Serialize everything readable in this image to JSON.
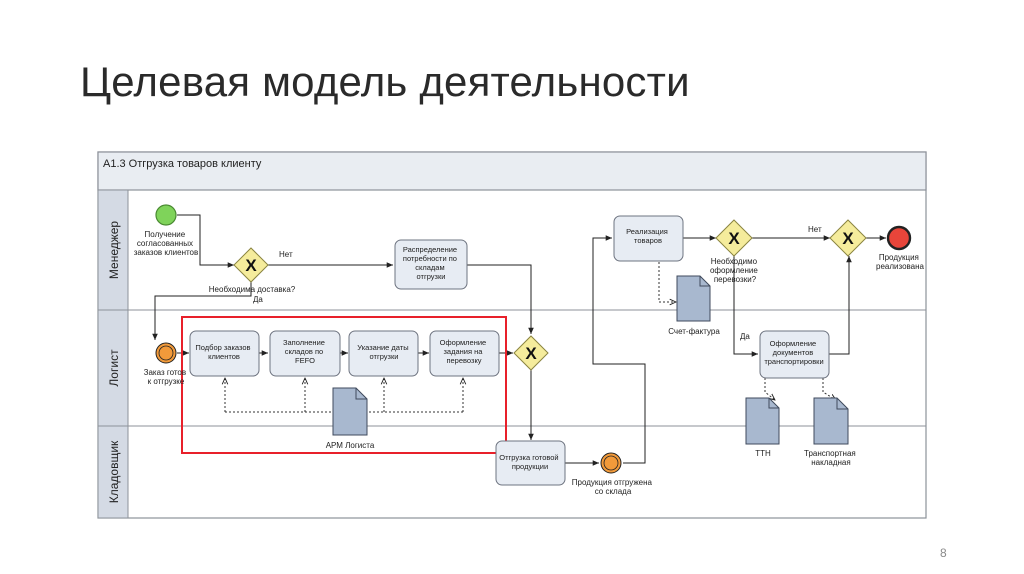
{
  "slide": {
    "title": "Целевая модель деятельности",
    "page_number": "8"
  },
  "pool": {
    "title": "А1.3 Отгрузка товаров клиенту"
  },
  "lanes": {
    "manager": "Менеджер",
    "logist": "Логист",
    "storekeeper": "Кладовщик"
  },
  "events": {
    "start_orders": [
      "Получение",
      "согласованных",
      "заказов клиентов"
    ],
    "order_ready": [
      "Заказ готов",
      "к отгрузке"
    ],
    "shipped_from_warehouse": [
      "Продукция отгружена",
      "со склада"
    ],
    "product_sold": [
      "Продукция",
      "реализована"
    ]
  },
  "gateways": {
    "delivery_needed": "Необходима доставка?",
    "delivery_no": "Нет",
    "delivery_yes": "Да",
    "transport_needed": [
      "Необходимо",
      "оформление",
      "перевозки?"
    ],
    "transport_no": "Нет",
    "transport_yes": "Да"
  },
  "tasks": {
    "distribute_needs": [
      "Распределение",
      "потребности по",
      "складам",
      "отгрузки"
    ],
    "select_orders": [
      "Подбор заказов",
      "клиентов"
    ],
    "fill_warehouses": [
      "Заполнение",
      "складов по",
      "FEFO"
    ],
    "set_dates": [
      "Указание даты",
      "отгрузки"
    ],
    "transport_task": [
      "Оформление",
      "задания на",
      "перевозку"
    ],
    "ship_products": [
      "Отгрузка готовой",
      "продукции"
    ],
    "sales": [
      "Реализация",
      "товаров"
    ],
    "transport_docs": [
      "Оформление",
      "документов",
      "транспортировки"
    ]
  },
  "documents": {
    "invoice": "Счет-фактура",
    "arm": "АРМ Логиста",
    "ttn": "ТТН",
    "waybill": [
      "Транспортная",
      "накладная"
    ]
  },
  "colors": {
    "task_fill": "#e7ecf3",
    "task_stroke": "#6e7480",
    "lane_header": "#d4dae4",
    "doc_fill": "#a8b8cf",
    "gateway_fill": "#f5ec9c",
    "start_fill": "#7fd35a",
    "intermediate_fill": "#f29a3a",
    "end_fill": "#e8453a",
    "highlight": "#e8202a"
  }
}
